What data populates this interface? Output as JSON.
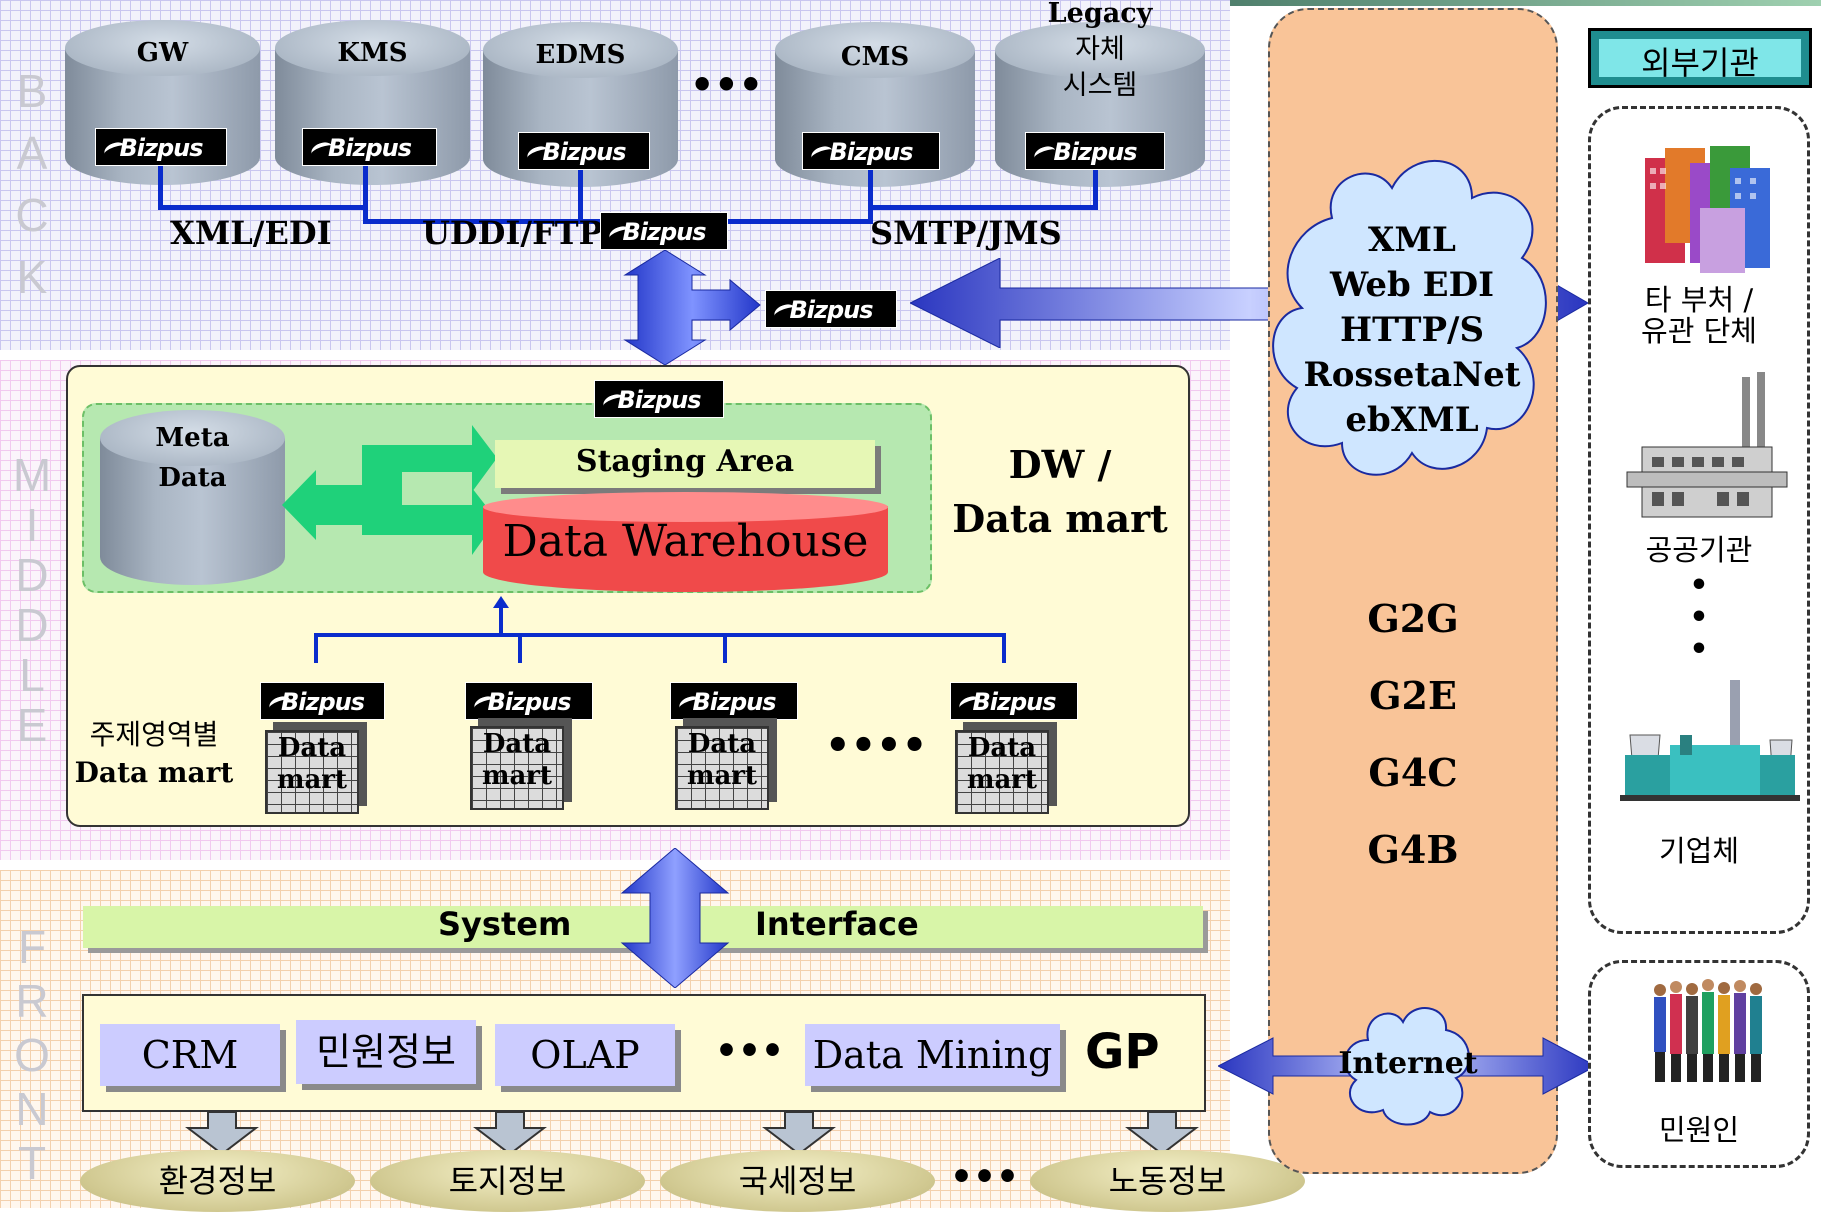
{
  "layers": {
    "back": "BACK",
    "middle": "MIDDLE",
    "front": "FRONT"
  },
  "back": {
    "systems": [
      "GW",
      "KMS",
      "EDMS",
      "CMS",
      "Legacy",
      "자체",
      "시스템"
    ],
    "ellipsis": "•••",
    "protocols": [
      "XML/EDI",
      "UDDI/FTP",
      "SMTP/JMS"
    ]
  },
  "bizpus_label": "Bizpus",
  "middle": {
    "meta_data": [
      "Meta",
      "Data"
    ],
    "staging_area": "Staging Area",
    "data_warehouse": "Data Warehouse",
    "dw_label": [
      "DW /",
      "Data mart"
    ],
    "subject_label": [
      "주제영역별",
      "Data mart"
    ],
    "data_mart": [
      "Data",
      "mart"
    ],
    "ellipsis": "••••"
  },
  "front": {
    "system_interface": [
      "System",
      "Interface"
    ],
    "apps": [
      "CRM",
      "민원정보",
      "OLAP",
      "•••",
      "Data Mining"
    ],
    "gp": "GP",
    "info_domains": [
      "환경정보",
      "토지정보",
      "국세정보",
      "•••",
      "노동정보"
    ]
  },
  "channel": {
    "cloud_standards": [
      "XML",
      "Web EDI",
      "HTTP/S",
      "RossetaNet",
      "ebXML"
    ],
    "models": [
      "G2G",
      "G2E",
      "G4C",
      "G4B"
    ],
    "internet": "Internet"
  },
  "external": {
    "title": "외부기관",
    "orgs": [
      "타 부처 /",
      "유관 단체",
      "공공기관",
      "기업체"
    ],
    "vdots": "•\n•\n•",
    "citizen": "민원인"
  },
  "colors": {
    "arrow_blue": "#3a56d6",
    "arrow_green": "#1fd17a",
    "warehouse_red": "#f04a4a",
    "interface_green": "#d8f5a8",
    "channel_orange": "#f9c498",
    "external_title_bg": "#1f8d8f"
  }
}
